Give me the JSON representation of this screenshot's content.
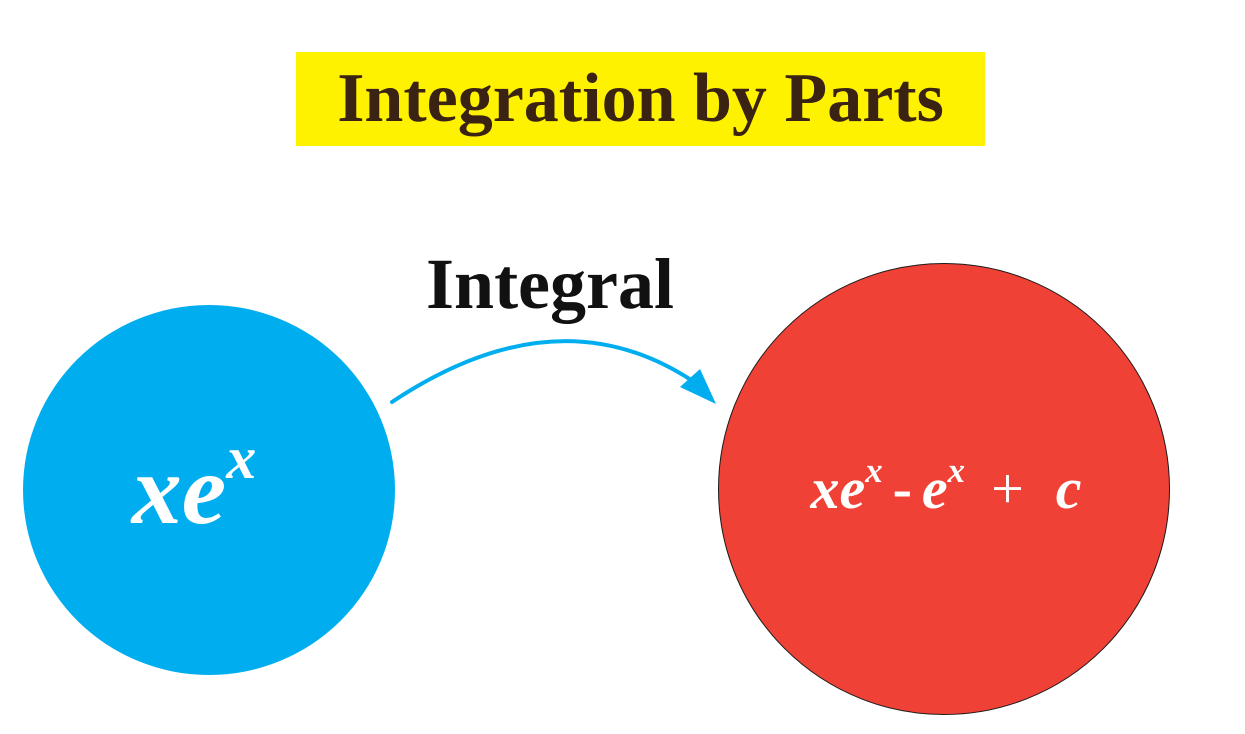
{
  "title": "Integration by Parts",
  "arrow_label": "Integral",
  "input_expression": {
    "base": "xe",
    "exponent": "x"
  },
  "result_expression": {
    "term1_base": "xe",
    "term1_exponent": "x",
    "minus": "-",
    "term2_base": "e",
    "term2_exponent": "x",
    "plus": "+",
    "constant": "c"
  },
  "colors": {
    "title_background": "#fff200",
    "title_text": "#3b2314",
    "input_circle": "#00aeef",
    "result_circle": "#ef4136",
    "arrow": "#00aeef",
    "label_text": "#111111",
    "expression_text": "#ffffff"
  }
}
